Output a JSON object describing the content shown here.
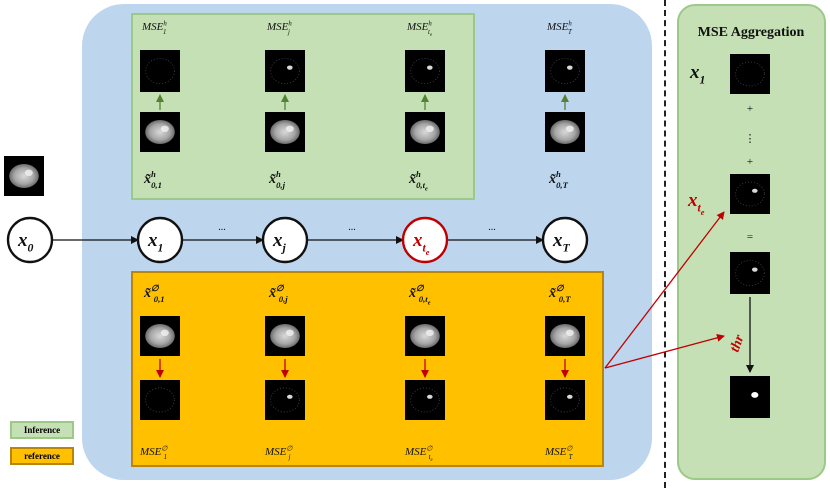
{
  "legend": {
    "inference": "Inference",
    "reference": "reference"
  },
  "aggregation": {
    "title": "MSE Aggregation",
    "plus": "+",
    "dots": "⋮",
    "equals": "=",
    "thr": "thr"
  },
  "chain": {
    "ellipsis": "..."
  },
  "nodes": [
    {
      "id": "x0",
      "base": "x",
      "sub": "0"
    },
    {
      "id": "x1",
      "base": "x",
      "sub": "1"
    },
    {
      "id": "xj",
      "base": "x",
      "sub": "j"
    },
    {
      "id": "xte",
      "base": "x",
      "sub": "t",
      "subsub": "e"
    },
    {
      "id": "xT",
      "base": "x",
      "sub": "T"
    }
  ],
  "mse_h": [
    {
      "base": "MSE",
      "sub": "1",
      "sup": "h"
    },
    {
      "base": "MSE",
      "sub": "j",
      "sup": "h"
    },
    {
      "base": "MSE",
      "sub": "t",
      "subsub": "e",
      "sup": "h"
    },
    {
      "base": "MSE",
      "sub": "T",
      "sup": "h"
    }
  ],
  "recon_h": [
    {
      "base": "x̃",
      "sub": "0,1",
      "sup": "h"
    },
    {
      "base": "x̃",
      "sub": "0,j",
      "sup": "h"
    },
    {
      "base": "x̃",
      "sub": "0,t",
      "subsub": "e",
      "sup": "h"
    },
    {
      "base": "x̃",
      "sub": "0,T",
      "sup": "h"
    }
  ],
  "recon_0": [
    {
      "base": "x̃",
      "sub": "0,1",
      "sup": "∅"
    },
    {
      "base": "x̃",
      "sub": "0,j",
      "sup": "∅"
    },
    {
      "base": "x̃",
      "sub": "0,t",
      "subsub": "e",
      "sup": "∅"
    },
    {
      "base": "x̃",
      "sub": "0,T",
      "sup": "∅"
    }
  ],
  "mse_0": [
    {
      "base": "MSE",
      "sub": "1",
      "sup": "∅"
    },
    {
      "base": "MSE",
      "sub": "j",
      "sup": "∅"
    },
    {
      "base": "MSE",
      "sub": "t",
      "subsub": "e",
      "sup": "∅"
    },
    {
      "base": "MSE",
      "sub": "T",
      "sup": "∅"
    }
  ],
  "agg_labels": [
    {
      "base": "x",
      "sub": "1"
    },
    {
      "base": "x",
      "sub": "t",
      "subsub": "e"
    }
  ],
  "colors": {
    "blue_panel": "#bdd6ee",
    "green_fill": "#c5e0b4",
    "green_border": "#82b366",
    "orange_fill": "#ffc000",
    "orange_border": "#b8860b",
    "red": "#c00000",
    "green_arrow": "#548235"
  }
}
